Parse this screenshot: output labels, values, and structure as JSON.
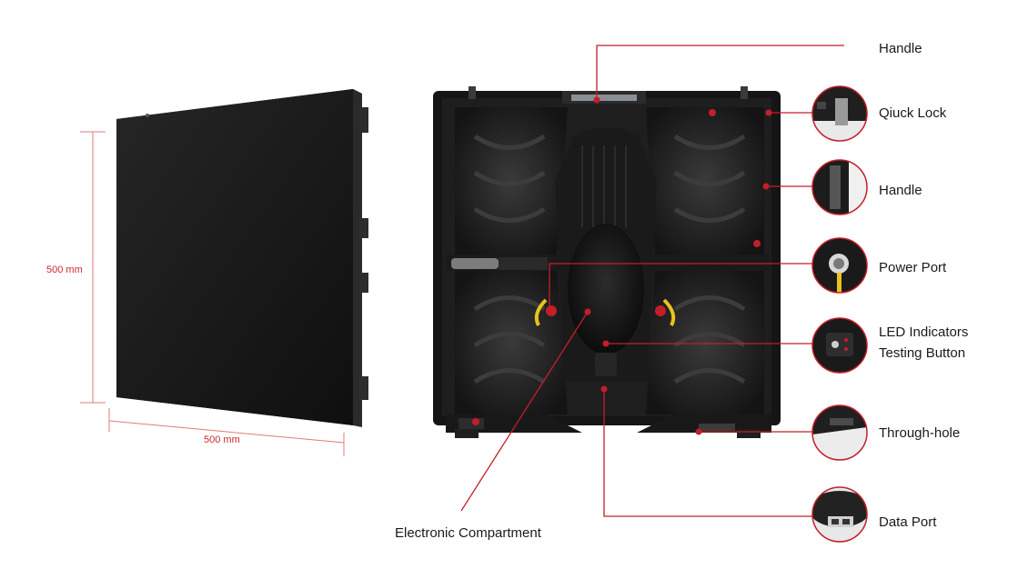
{
  "dimensions": {
    "height_label": "500 mm",
    "width_label": "500 mm"
  },
  "callouts": {
    "handle_top": "Handle",
    "quick_lock": "Qiuck Lock",
    "handle_side": "Handle",
    "power_port": "Power Port",
    "led_indicators": "LED Indicators",
    "testing_button": "Testing Button",
    "through_hole": "Through-hole",
    "data_port": "Data Port",
    "electronic_compartment": "Electronic Compartment"
  },
  "colors": {
    "accent": "#c41e2a",
    "dimension": "#e07a7a",
    "panel": "#1b1b1b",
    "cabinet": "#161616"
  }
}
